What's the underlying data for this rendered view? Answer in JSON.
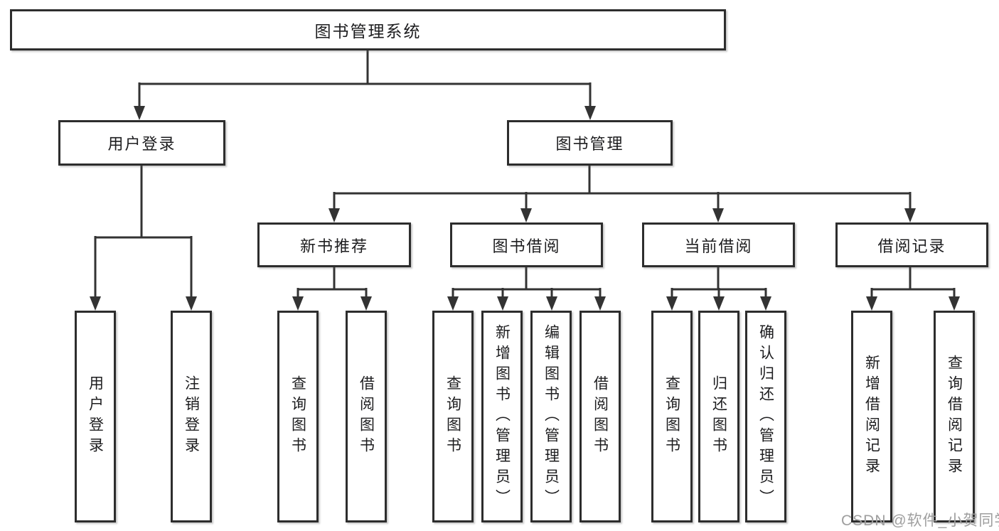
{
  "diagram": {
    "title": "图书管理系统",
    "tree": {
      "root": {
        "label": "图书管理系统",
        "children": [
          {
            "label": "用户登录",
            "children": [
              {
                "label": "用户登录"
              },
              {
                "label": "注销登录"
              }
            ]
          },
          {
            "label": "图书管理",
            "children": [
              {
                "label": "新书推荐",
                "children": [
                  {
                    "label": "查询图书"
                  },
                  {
                    "label": "借阅图书"
                  }
                ]
              },
              {
                "label": "图书借阅",
                "children": [
                  {
                    "label": "查询图书"
                  },
                  {
                    "label": "新增图书（管理员）"
                  },
                  {
                    "label": "编辑图书（管理员）"
                  },
                  {
                    "label": "借阅图书"
                  }
                ]
              },
              {
                "label": "当前借阅",
                "children": [
                  {
                    "label": "查询图书"
                  },
                  {
                    "label": "归还图书"
                  },
                  {
                    "label": "确认归还（管理员）"
                  }
                ]
              },
              {
                "label": "借阅记录",
                "children": [
                  {
                    "label": "新增借阅记录"
                  },
                  {
                    "label": "查询借阅记录"
                  }
                ]
              }
            ]
          }
        ]
      }
    },
    "colors": {
      "line": "#333333",
      "box_border": "#2d2d2d",
      "box_fill": "#ffffff",
      "text": "#1d1d1f",
      "watermark": "#9e9e9e",
      "background": "#ffffff"
    }
  },
  "watermark": {
    "text": "CSDN @软件_小贺同学"
  }
}
